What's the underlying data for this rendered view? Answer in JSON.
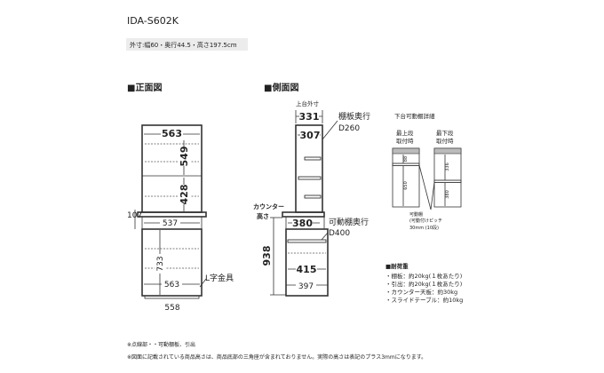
{
  "header": {
    "model": "IDA-S602K",
    "dimensions": "外寸:幅60・奥行44.5・高さ197.5cm"
  },
  "front": {
    "heading": "■正面図",
    "upper_width": "563",
    "upper_h1": "549",
    "upper_h2": "428",
    "drawer_width": "537",
    "lower_height": "733",
    "lower_width": "563",
    "overall_width": "558",
    "left_dim": "107",
    "bracket_label": "L字金具"
  },
  "side": {
    "heading": "■側面図",
    "top_label": "上台外寸",
    "top_depth": "331",
    "shelf_depth_label": "棚板奥行",
    "shelf_depth_value": "D260",
    "upper_inner": "307",
    "counter_label_1": "カウンター",
    "counter_label_2": "高さ",
    "counter_height": "938",
    "drawer_depth": "380",
    "movable_label": "可動棚奥行",
    "movable_value": "D400",
    "lower_inner": "415",
    "lower_depth": "397"
  },
  "detail": {
    "title": "下台可動棚詳細",
    "top_label_1": "最上段",
    "top_label_2": "取付時",
    "bottom_label_1": "最下段",
    "bottom_label_2": "取付時",
    "dim_a": "88",
    "dim_b": "650",
    "dim_c": "336",
    "dim_d": "380",
    "pitch_1": "可動棚",
    "pitch_2": "(可動付けピッチ",
    "pitch_3": "30mm (10段)"
  },
  "load": {
    "title": "■耐荷重",
    "items": [
      "・棚板：約20kg(１枚あたり)",
      "・引出：約20kg(１枚あたり)",
      "・カウンター天板：約30kg",
      "・スライドテーブル：約10kg"
    ]
  },
  "notes": {
    "note1": "※点線部・・可動棚板、引出",
    "note2": "※図面に記載されている商品高さは、商品底部の三角座が含まれておりません。実際の高さは表記のプラス3mmになります。"
  },
  "colors": {
    "badge_bg": "#ececec",
    "line": "#333333",
    "wood_fill": "#ffffff"
  }
}
